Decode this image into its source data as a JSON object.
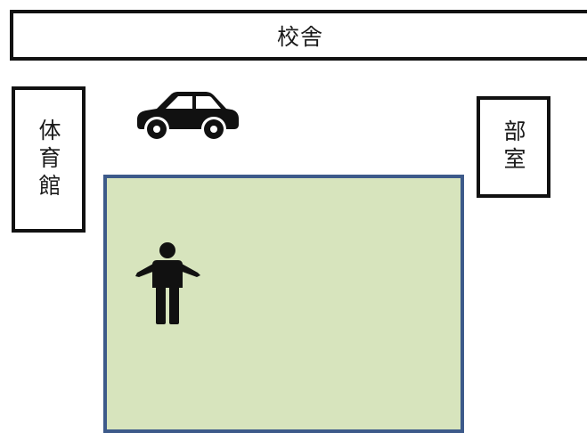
{
  "labels": {
    "school_building": "校舎",
    "gymnasium": "体育館",
    "club_room": "部室"
  },
  "colors": {
    "field_fill": "#d7e4bd",
    "field_border": "#3d5a8a",
    "building_border": "#111111",
    "icon_fill": "#111111"
  },
  "icons": {
    "vehicle": "car-icon",
    "figure": "person-icon"
  }
}
